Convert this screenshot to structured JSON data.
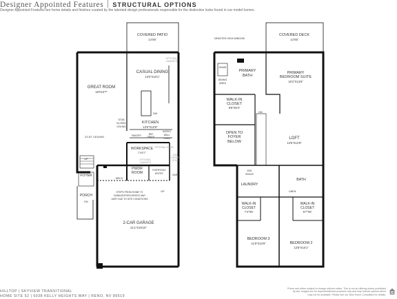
{
  "header": {
    "title": "Designer Appointed Features",
    "subtitle": "STRUCTURAL OPTIONS",
    "intro": "Designer Appointed Features are home details and finishes curated by the talented design professionals responsible for the distinctive looks found in our model homes."
  },
  "floor1": {
    "covered_patio": {
      "name": "COVERED PATIO",
      "dims": "14'X8'"
    },
    "casual_dining": {
      "name": "CASUAL DINING",
      "dims": "13'0\"X10'1\""
    },
    "optional_cabinets": [
      "OPTIONAL",
      "CABINETS"
    ],
    "great_room": {
      "name": "GREAT ROOM",
      "dims": "18'X13'7\""
    },
    "stub_sloped_ceiling": [
      "STUB",
      "SLOPED",
      "CEILING"
    ],
    "ceiling_note": "21'10\" CEILING",
    "dw": "DW",
    "kitchen": {
      "name": "KITCHEN",
      "dims": "13'6\"X12'6\""
    },
    "pantry": "PANTRY",
    "ref_space": [
      "REF",
      "SPACE"
    ],
    "micro_wall_oven": [
      "MICRO/",
      "WALL",
      "OVEN"
    ],
    "workspace": {
      "name": "WORKSPACE",
      "dims": "7'X5'7\""
    },
    "optional_door": "OPTIONAL DOOR",
    "optional_cabinets_2": [
      "OPTIONAL",
      "CABINETS"
    ],
    "gas_dryer": [
      "GAS",
      "DRYER",
      "STUB"
    ],
    "up": "UP",
    "foyer": "FOYER",
    "pwdr_room": [
      "PWDR",
      "ROOM"
    ],
    "everyday_entry": [
      "EVERYDAY",
      "ENTRY"
    ],
    "mech": "MECH",
    "gar_label": "GAR.",
    "porch": "PORCH",
    "dn": "DN",
    "steps_note": [
      "STEPS FROM HOME TO",
      "GARAGE/PORCH/PATIO MAY",
      "VARY DUE TO SITE CONDITIONS"
    ],
    "up2": "UP",
    "garage": {
      "name": "2-CAR GARAGE",
      "dims": "21'1\"X19'10\""
    }
  },
  "floor2": {
    "denotes_high_window": "DENOTES HIGH WINDOW",
    "covered_deck": {
      "name": "COVERED DECK",
      "dims": "14'X8'"
    },
    "shwr": "SHWR",
    "dining_area": [
      "DINING",
      "AREA"
    ],
    "primary_bath": [
      "PRIMARY",
      "BATH"
    ],
    "primary_suite": {
      "name": [
        "PRIMARY",
        "BEDROOM SUITE"
      ],
      "dims": "15'2\"X13'6\""
    },
    "walk_in_closet": {
      "name": [
        "WALK-IN",
        "CLOSET"
      ],
      "dims": "9'6\"X9'4\""
    },
    "dn": "DN",
    "open_to_foyer": [
      "OPEN TO",
      "FOYER",
      "BELOW"
    ],
    "loft": {
      "name": "LOFT",
      "dims": "13'6\"X12'9\""
    },
    "wd_space": [
      "W/D",
      "SPACE"
    ],
    "laundry": "LAUNDRY",
    "bath": "BATH",
    "linen": "LINEN",
    "walk_in_closet_3": {
      "name": [
        "WALK-IN",
        "CLOSET"
      ],
      "dims": "7'4\"X5'"
    },
    "walk_in_closet_2": {
      "name": [
        "WALK-IN",
        "CLOSET"
      ],
      "dims": "6'7\"X5'"
    },
    "bedroom_3": {
      "name": "BEDROOM 3",
      "dims": "11'8\"X10'9\""
    },
    "bedroom_2": {
      "name": "BEDROOM 2",
      "dims": "13'8\"X10'1\""
    }
  },
  "footer": {
    "line1": "HILLTOP | SKYVIEW TRANSITIONAL",
    "line2": "HOME SITE 52 | 6038 KELLY HEIGHTS WAY | RENO, NV 89519",
    "disclaimer": [
      "Prices and offers subject to change without notice. This is not an offering where prohibited",
      "by law. Images are for representational purposes only and may include options which",
      "may not be available. Please see our New Home Consultant for details."
    ]
  }
}
